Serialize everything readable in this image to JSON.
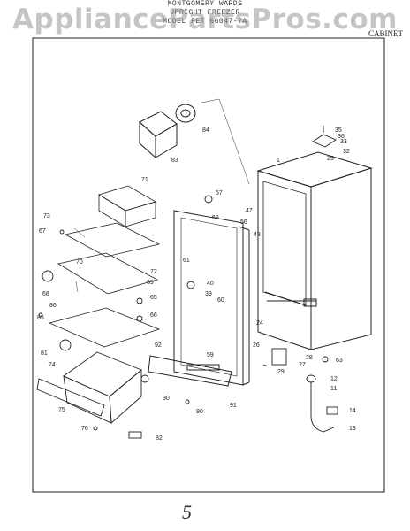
{
  "header": {
    "brand": "MONTGOMERY WARDS",
    "product": "UPRIGHT FREEZER",
    "model": "MODEL FET 66047-7A"
  },
  "watermark": "AppliancePartsPros.com",
  "section_label": "CABINET",
  "page_number": "5",
  "callouts": [
    "1",
    "12",
    "11",
    "13",
    "14",
    "24",
    "25",
    "26",
    "27",
    "28",
    "29",
    "32",
    "33",
    "35",
    "36",
    "39",
    "40",
    "47",
    "48",
    "56",
    "57",
    "58",
    "59",
    "60",
    "61",
    "63",
    "65",
    "66",
    "67",
    "68",
    "69",
    "70",
    "71",
    "72",
    "73",
    "74",
    "75",
    "76",
    "80",
    "81",
    "82",
    "83",
    "84",
    "85",
    "86",
    "90",
    "91",
    "92"
  ]
}
